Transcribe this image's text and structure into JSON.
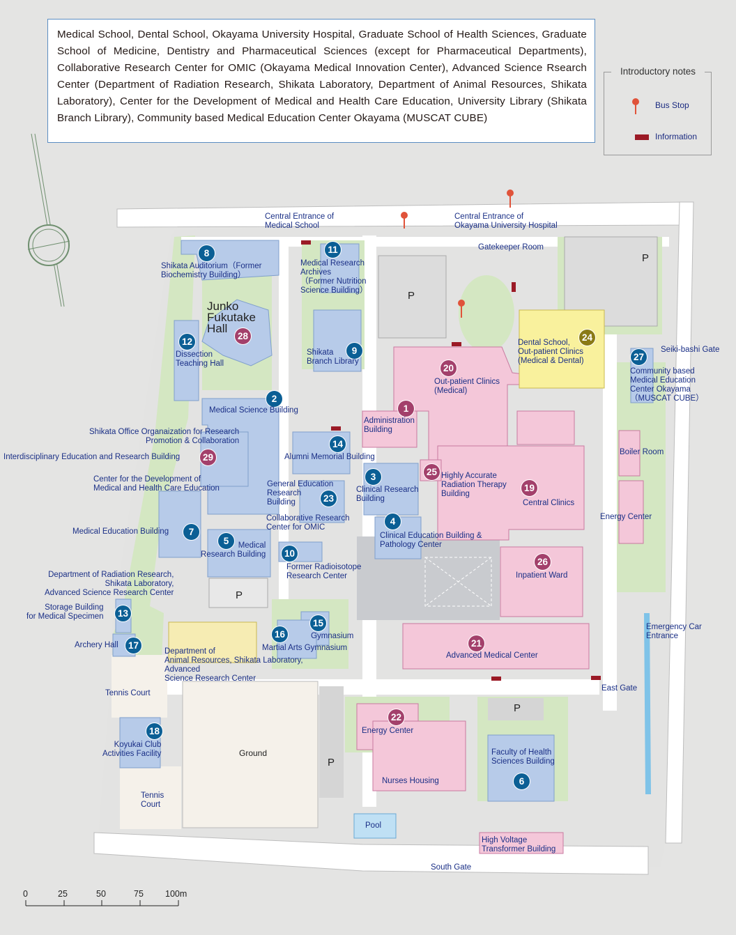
{
  "intro": "Medical School, Dental School, Okayama University Hospital, Graduate School of Health Sciences, Graduate School of Medicine, Dentistry and Pharmaceutical Sciences (except for Pharmaceutical Departments), Collaborative Research Center for OMIC (Okayama Medical Innovation Center), Advanced Science Rsearch Center (Department of Radiation Research, Shikata Laboratory, Department of Animal Resources, Shikata Laboratory), Center for the Development of Medical and Health Care Education, University Library (Shikata Branch Library), Community based Medical Education Center Okayama (MUSCAT CUBE)",
  "legend": {
    "title": "Introductory notes",
    "bus_stop": "Bus Stop",
    "information": "Information",
    "bus_color": "#e0533a",
    "info_color": "#9b1a26"
  },
  "colors": {
    "research_building": "#b7cbe9",
    "hospital_building": "#f4c7d9",
    "dental_building": "#f9f19d",
    "green_area": "#d4e7c2",
    "road": "#ffffff",
    "badge_blue": "#0b5f95",
    "badge_pink": "#a3406b",
    "badge_olive": "#8a7a16"
  },
  "buildings": {
    "b1": {
      "num": "1",
      "name": "Administration\nBuilding"
    },
    "b2": {
      "num": "2",
      "name": "Medical Science Building"
    },
    "b4": {
      "num": "4",
      "name": "Clinical Education Building &\nPathology Center"
    },
    "b3": {
      "num": "3",
      "name": "Clinical Research\nBuilding"
    },
    "b5": {
      "num": "5",
      "name": "Medical\nResearch Building"
    },
    "b6": {
      "num": "6",
      "name": "Faculty of Health\nSciences Building"
    },
    "b7": {
      "num": "7",
      "name": "Medical Education Building"
    },
    "b8": {
      "num": "8",
      "name": "Shikata Auditorium（Former\nBiochemistry Building）"
    },
    "b9": {
      "num": "9",
      "name": "Shikata\nBranch Library"
    },
    "b10": {
      "num": "10",
      "name": "Former Radioisotope\nResearch Center"
    },
    "b11": {
      "num": "11",
      "name": "Medical Research\nArchives\n（Former Nutrition\nScience Building）"
    },
    "b12": {
      "num": "12",
      "name": "Dissection\nTeaching Hall"
    },
    "b13": {
      "num": "13",
      "name": "Storage Building\nfor Medical Specimen"
    },
    "b14": {
      "num": "14",
      "name": "Alumni Memorial Building"
    },
    "b15": {
      "num": "15",
      "name": "Gymnasium"
    },
    "b16": {
      "num": "16",
      "name": "Martial Arts Gymnasium"
    },
    "b17": {
      "num": "17",
      "name": "Archery Hall"
    },
    "b18": {
      "num": "18",
      "name": "Koyukai Club\nActivities Facility"
    },
    "b19": {
      "num": "19",
      "name": "Central Clinics"
    },
    "b20": {
      "num": "20",
      "name": "Out-patient Clinics\n(Medical)"
    },
    "b21": {
      "num": "21",
      "name": "Advanced Medical Center"
    },
    "b22": {
      "num": "22",
      "name": "Energy Center"
    },
    "b23": {
      "num": "23",
      "name": "General Education\nResearch\nBuilding"
    },
    "b24": {
      "num": "24",
      "name": "Dental School,\nOut-patient Clinics\n(Medical & Dental)"
    },
    "b25": {
      "num": "25",
      "name": "Highly Accurate\nRadiation Therapy\nBuilding"
    },
    "b26": {
      "num": "26",
      "name": "Inpatient Ward"
    },
    "b27": {
      "num": "27",
      "name": "Community based\nMedical Education\nCenter Okayama\n（MUSCAT CUBE）"
    },
    "b28": {
      "num": "28",
      "name": "Junko\nFukutake\nHall"
    },
    "b29": {
      "num": "29",
      "name": "Interdisciplinary Education and Research Building"
    }
  },
  "labels": {
    "central_entrance_med": "Central Entrance of\nMedical School",
    "central_entrance_hosp": "Central Entrance of\nOkayama University Hospital",
    "gatekeeper": "Gatekeeper Room",
    "seiki_gate": "Seiki-bashi Gate",
    "boiler": "Boiler Room",
    "energy_center_east": "Energy Center",
    "emergency_entrance": "Emergency Car\nEntrance",
    "east_gate": "East Gate",
    "shikata_office": "Shikata Office Organaization for Research\nPromotion & Collaboration",
    "center_dev": "Center for the Development of\nMedical and Health Care Education",
    "collab_omic": "Collaborative Research\nCenter for OMIC",
    "dept_radiation": "Department of Radiation Research,\nShikata Laboratory,\nAdvanced Science Research Center",
    "dept_animal": "Department of\nAnimal Resources, Shikata Laboratory,\nAdvanced\nScience Research Center",
    "tennis_court_1": "Tennis Court",
    "tennis_court_2": "Tennis\nCourt",
    "ground": "Ground",
    "nurses_housing": "Nurses Housing",
    "pool": "Pool",
    "high_voltage": "High Voltage\nTransformer Building",
    "south_gate": "South Gate",
    "parking": "P"
  },
  "scale": {
    "ticks": [
      "0",
      "25",
      "50",
      "75",
      "100m"
    ]
  }
}
